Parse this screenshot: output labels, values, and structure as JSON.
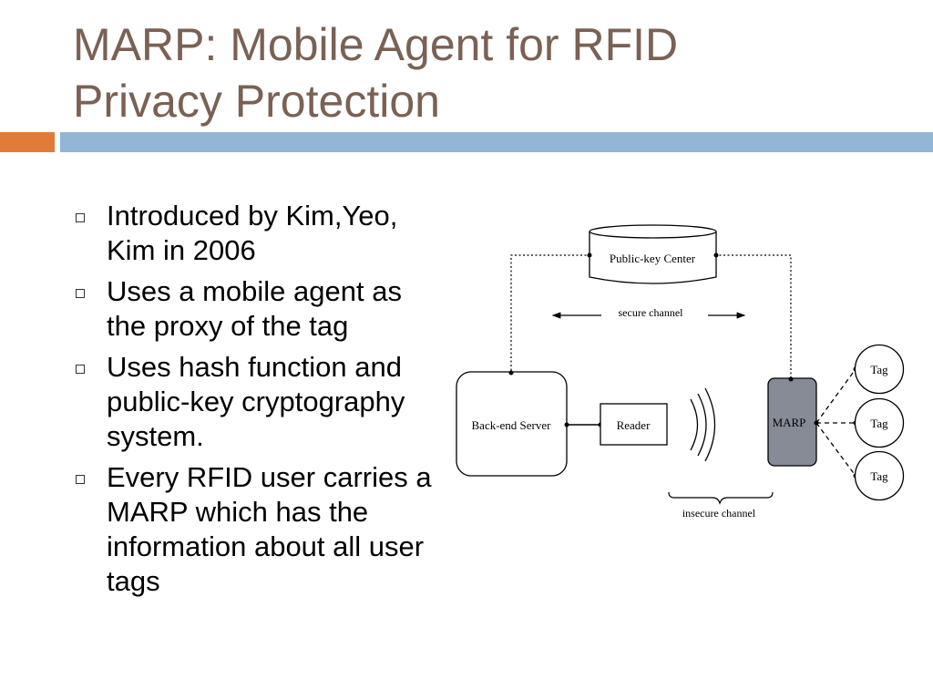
{
  "slide": {
    "title_line1": "MARP: Mobile Agent for RFID",
    "title_line2": "Privacy Protection",
    "bullets": [
      "Introduced by Kim,Yeo, Kim in 2006",
      "Uses a mobile agent as the proxy of the tag",
      "Uses hash function and public-key cryptography system.",
      "Every RFID user carries a MARP which has the information about all user tags"
    ]
  },
  "diagram": {
    "public_key_center": "Public-key Center",
    "secure_channel": "secure channel",
    "backend_server": "Back-end Server",
    "reader": "Reader",
    "marp": "MARP",
    "tags": [
      "Tag",
      "Tag",
      "Tag"
    ],
    "insecure_channel": "insecure channel"
  },
  "colors": {
    "title": "#7a6153",
    "accent_orange": "#e07b39",
    "accent_blue": "#92b6d5",
    "marp_fill": "#868b96"
  }
}
